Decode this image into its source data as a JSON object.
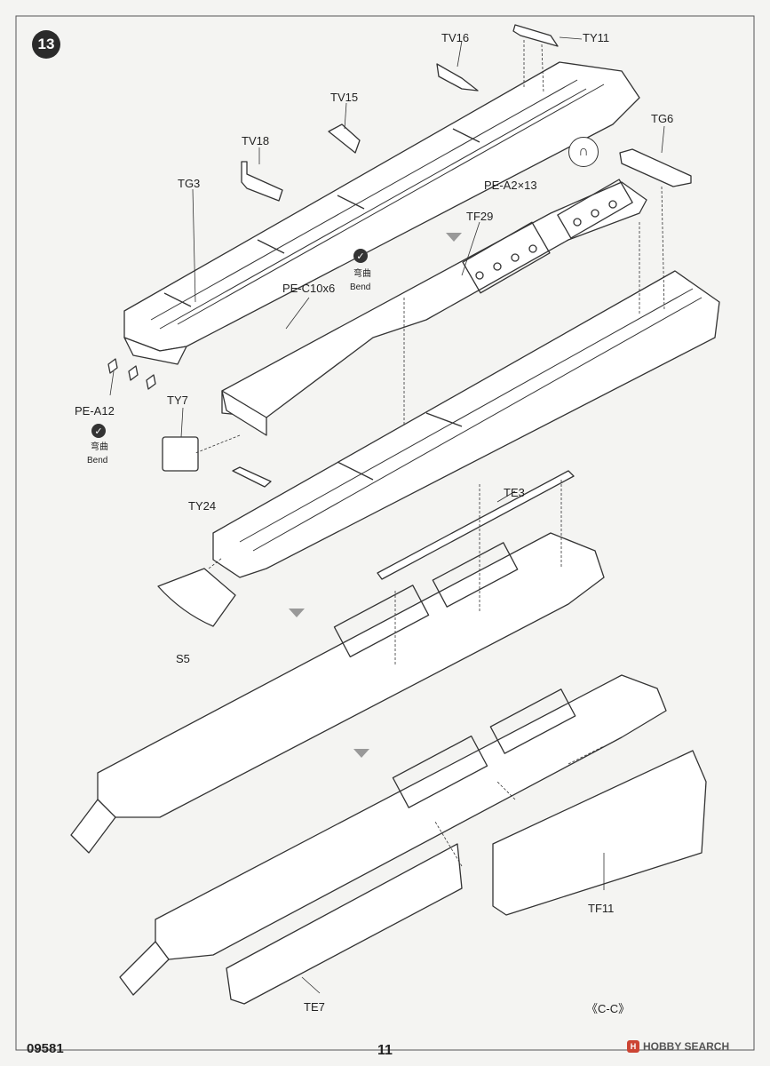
{
  "step": "13",
  "labels": {
    "tv16": "TV16",
    "ty11": "TY11",
    "tv15": "TV15",
    "tv18": "TV18",
    "tg6": "TG6",
    "tg3": "TG3",
    "pe_a2": "PE-A2×13",
    "tf29": "TF29",
    "bend_cn_1": "弯曲",
    "bend_en_1": "Bend",
    "pe_c10": "PE-C10x6",
    "pe_a12": "PE-A12",
    "ty7": "TY7",
    "bend_cn_2": "弯曲",
    "bend_en_2": "Bend",
    "ty24": "TY24",
    "te3": "TE3",
    "s5": "S5",
    "tf11": "TF11",
    "te7": "TE7"
  },
  "footer": {
    "code": "09581",
    "page": "11",
    "section": "《C-C》",
    "watermark": "HOBBY SEARCH"
  }
}
